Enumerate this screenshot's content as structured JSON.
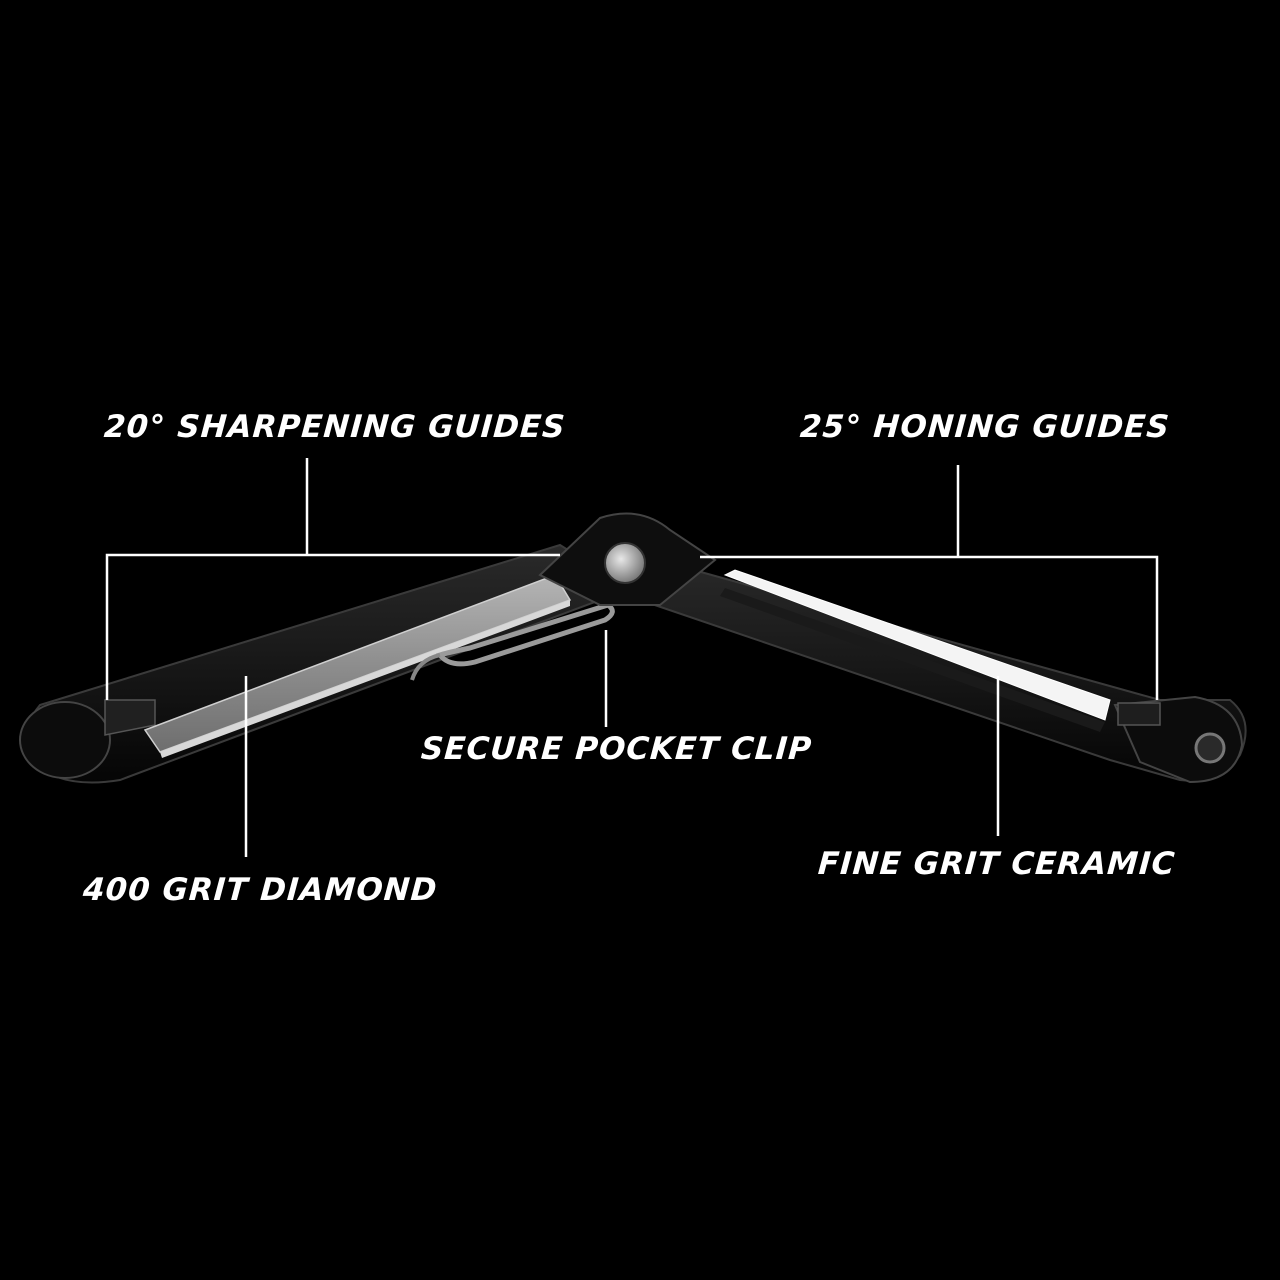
{
  "callouts": {
    "sharpening_guides": "20° SHARPENING GUIDES",
    "honing_guides": "25° HONING GUIDES",
    "pocket_clip": "SECURE POCKET CLIP",
    "diamond": "400 GRIT DIAMOND",
    "ceramic": "FINE GRIT CERAMIC"
  },
  "colors": {
    "background": "#000000",
    "text": "#ffffff",
    "leader_line": "#ffffff",
    "body": "#111111",
    "diamond_plate": "#9a9a9a",
    "ceramic_rod": "#f2f2f2",
    "clip": "#8c8c8c"
  }
}
